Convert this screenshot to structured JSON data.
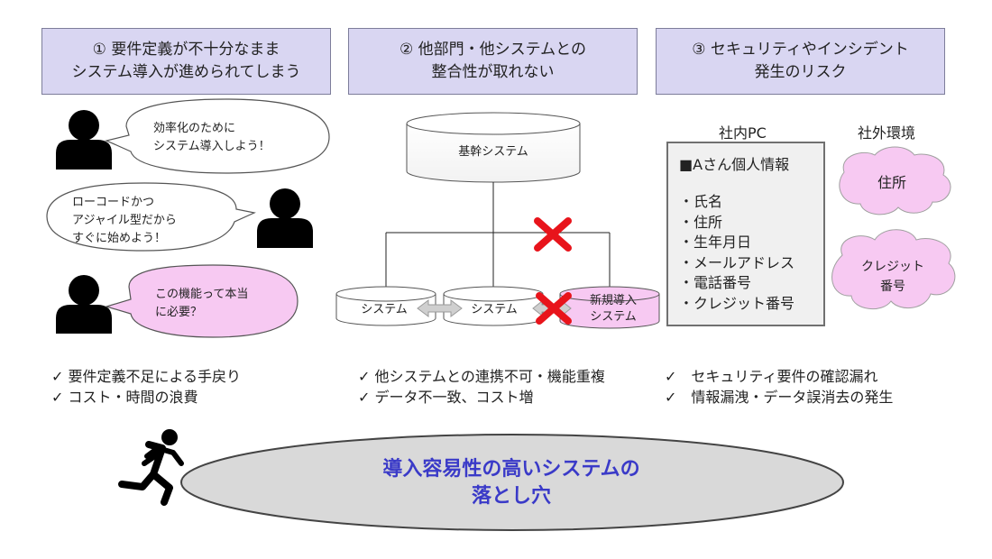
{
  "headers": [
    {
      "line1": "① 要件定義が不十分なまま",
      "line2": "システム導入が進められてしまう"
    },
    {
      "line1": "② 他部門・他システムとの",
      "line2": "整合性が取れない"
    },
    {
      "line1": "③ セキュリティやインシデント",
      "line2": "発生のリスク"
    }
  ],
  "speech": {
    "bubble1": [
      "効率化のために",
      "システム導入しよう！"
    ],
    "bubble2": [
      "ローコードかつ",
      "アジャイル型だから",
      "すぐに始めよう！"
    ],
    "bubble3": [
      "この機能って本当",
      "に必要？"
    ]
  },
  "systems": {
    "core": "基幹システム",
    "system_a": "システム",
    "system_b": "システム",
    "new_system": [
      "新規導入",
      "システム"
    ]
  },
  "security": {
    "internal_label": "社内PC",
    "external_label": "社外環境",
    "info_title": "■Aさん個人情報",
    "info_items": [
      "・氏名",
      "・住所",
      "・生年月日",
      "・メールアドレス",
      "・電話番号",
      "・クレジット番号"
    ],
    "cloud_address": "住所",
    "cloud_credit": [
      "クレジット",
      "番号"
    ]
  },
  "checks": {
    "col1": [
      "✓ 要件定義不足による手戻り",
      "✓ コスト・時間の浪費"
    ],
    "col2": [
      "✓ 他システムとの連携不可・機能重複",
      "✓ データ不一致、コスト増"
    ],
    "col3": [
      "✓　セキュリティ要件の確認漏れ",
      "✓　情報漏洩・データ誤消去の発生"
    ]
  },
  "pitfall": [
    "導入容易性の高いシステムの",
    "落とし穴"
  ],
  "colors": {
    "header_bg": "#d9d6f2",
    "bubble_pink": "#f7c9f2",
    "cross_red": "#e8141b",
    "pitfall_text": "#3a3ac8",
    "ellipse_fill": "#d9d9d9"
  }
}
